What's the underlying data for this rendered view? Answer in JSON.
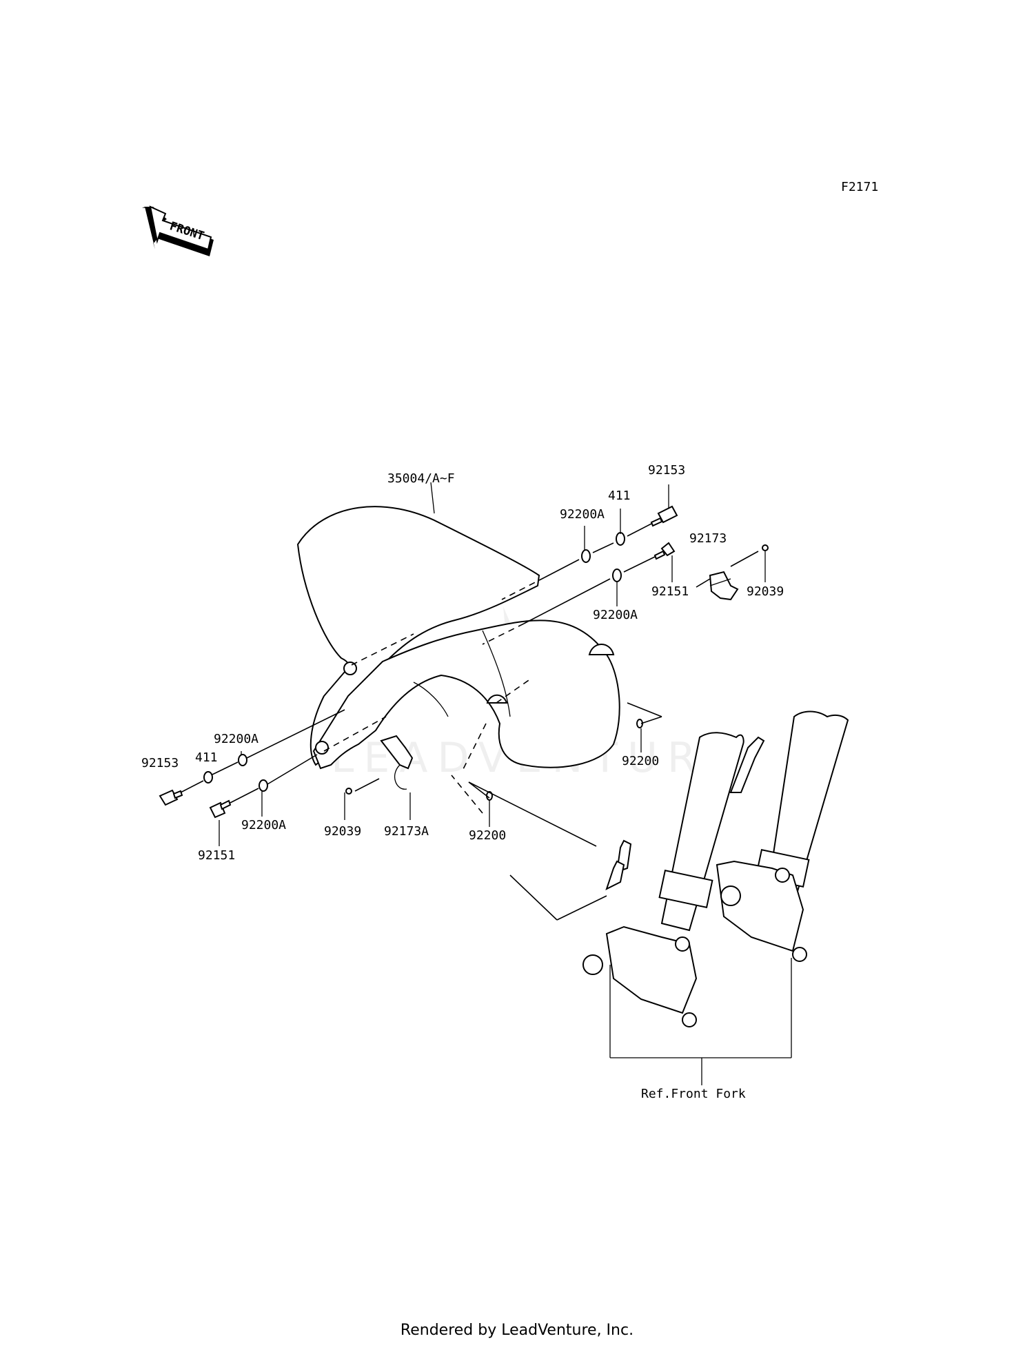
{
  "diagram": {
    "figure_code": "F2171",
    "front_arrow_text": "FRONT",
    "callouts": {
      "fender": "35004/A~F",
      "bolt_top": "92153",
      "collar_top": "411",
      "washer_top_a": "92200A",
      "bolt_right": "92151",
      "washer_right_a": "92200A",
      "clamp_right": "92173",
      "screw_right": "92039",
      "washer_fork_right": "92200",
      "washer_left_a_upper": "92200A",
      "collar_left": "411",
      "bolt_left": "92153",
      "washer_left_a_lower": "92200A",
      "bolt_left_lower": "92151",
      "screw_left": "92039",
      "clamp_left": "92173A",
      "washer_fork_left": "92200",
      "front_fork_ref": "Ref.Front Fork"
    }
  },
  "footer": {
    "text": "Rendered by LeadVenture, Inc."
  }
}
